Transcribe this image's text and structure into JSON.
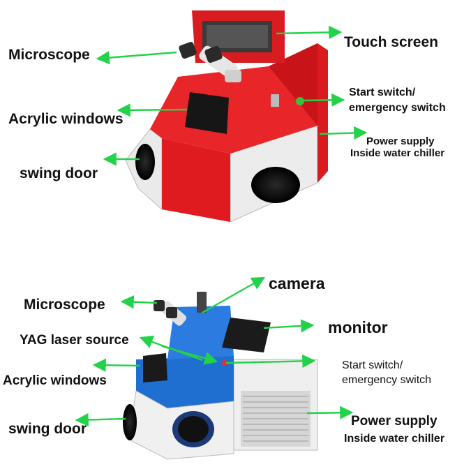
{
  "diagram_top": {
    "microscope": "Microscope",
    "acrylic_windows": "Acrylic windows",
    "swing_door": "swing door",
    "touch_screen": "Touch screen",
    "start_switch_line1": "Start switch/",
    "start_switch_line2": "emergency switch",
    "power_supply": "Power supply",
    "water_chiller": "Inside water chiller"
  },
  "diagram_bottom": {
    "camera": "camera",
    "microscope": "Microscope",
    "monitor": "monitor",
    "yag_laser_source": "YAG laser source",
    "acrylic_windows": "Acrylic windows",
    "start_switch_line1": "Start switch/",
    "start_switch_line2": "emergency switch",
    "swing_door": "swing door",
    "power_supply": "Power supply",
    "water_chiller": "Inside water chiller"
  },
  "colors": {
    "arrow": "#22d34a",
    "red_body": "#e01b1f",
    "blue_body": "#1f6fd0",
    "white_panel": "#f2f2f2"
  }
}
